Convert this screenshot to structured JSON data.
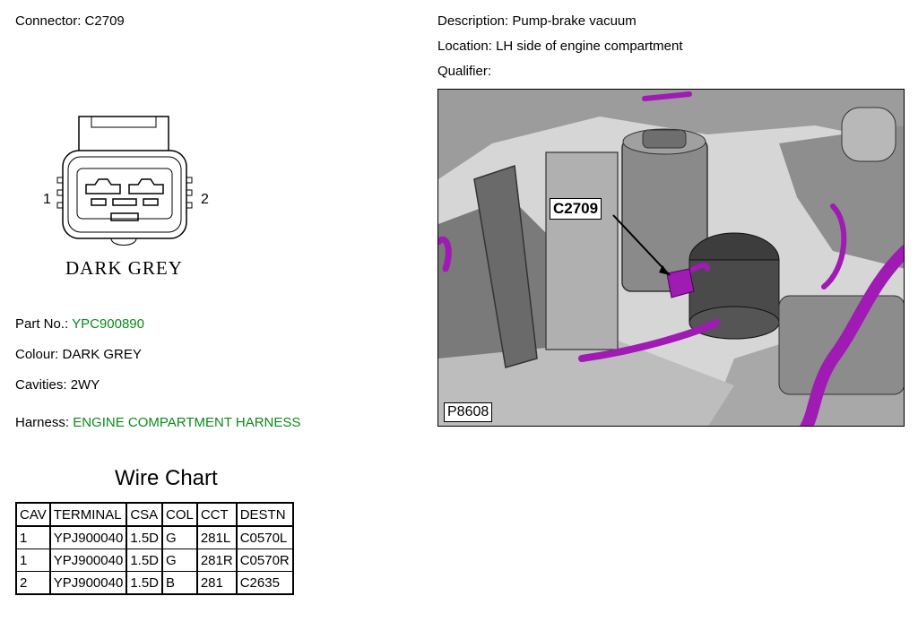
{
  "connector": {
    "label": "Connector:",
    "value": "C2709"
  },
  "description": {
    "label": "Description:",
    "value": "Pump-brake vacuum"
  },
  "location": {
    "label": "Location:",
    "value": "LH side of engine compartment"
  },
  "qualifier": {
    "label": "Qualifier:",
    "value": ""
  },
  "diagram": {
    "pin_left": "1",
    "pin_right": "2",
    "colour_text": "DARK GREY"
  },
  "part_no": {
    "label": "Part No.:",
    "value": "YPC900890"
  },
  "colour": {
    "label": "Colour:",
    "value": "DARK GREY"
  },
  "cavities": {
    "label": "Cavities:",
    "value": "2WY"
  },
  "harness": {
    "label": "Harness:",
    "value": "ENGINE COMPARTMENT HARNESS"
  },
  "photo": {
    "callout": "C2709",
    "id": "P8608"
  },
  "wire_chart": {
    "title": "Wire Chart",
    "headers": [
      "CAV",
      "TERMINAL",
      "CSA",
      "COL",
      "CCT",
      "DESTN"
    ],
    "rows": [
      [
        "1",
        "YPJ900040",
        "1.5D",
        "G",
        "281L",
        "C0570L"
      ],
      [
        "1",
        "YPJ900040",
        "1.5D",
        "G",
        "281R",
        "C0570R"
      ],
      [
        "2",
        "YPJ900040",
        "1.5D",
        "B",
        "281",
        "C2635"
      ]
    ]
  },
  "colors": {
    "link_green": "#0a8a18",
    "harness_purple": "#a01ab4"
  }
}
